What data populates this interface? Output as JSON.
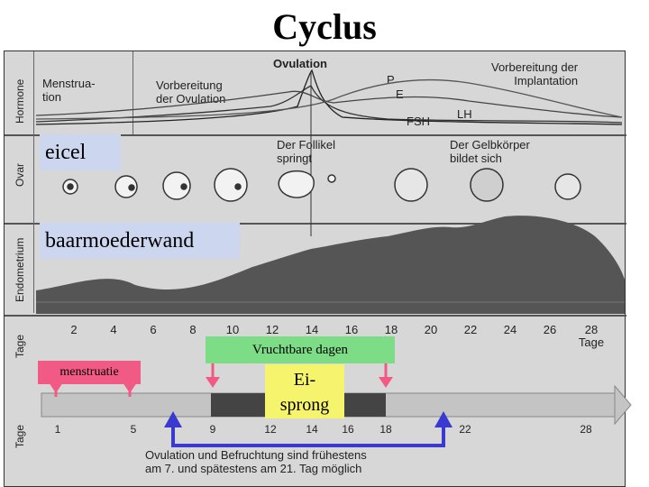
{
  "title": "Cyclus",
  "row_labels": {
    "hormone": "Hormone",
    "ovar": "Ovar",
    "endometrium": "Endometrium",
    "tage": "Tage",
    "tage2": "Tage"
  },
  "hormone": {
    "menstruation": "Menstrua-\ntion",
    "vorbereitung_ovulation": "Vorbereitung\nder Ovulation",
    "ovulation": "Ovulation",
    "vorbereitung_implantation": "Vorbereitung der\nImplantation",
    "p": "P",
    "e": "E",
    "fsh": "FSH",
    "lh": "LH"
  },
  "ovar": {
    "follikel": "Der Follikel\nspringt",
    "gelbkoerper": "Der Gelbkörper\nbildet sich"
  },
  "day_axis": {
    "ticks": [
      "2",
      "4",
      "6",
      "8",
      "10",
      "12",
      "14",
      "16",
      "18",
      "20",
      "22",
      "24",
      "26",
      "28"
    ],
    "unit": "Tage"
  },
  "bar_axis": {
    "ticks": [
      "1",
      "5",
      "9",
      "12",
      "14",
      "16",
      "18",
      "22",
      "28"
    ]
  },
  "caption": "Ovulation und Befruchtung sind frühestens\nam 7. und spätestens am 21. Tag möglich",
  "overlays": {
    "eicel": "eicel",
    "baarmoederwand": "baarmoederwand",
    "vruchtbare_dagen": "Vruchtbare dagen",
    "menstruatie": "menstruatie",
    "eisprong": "Ei-\nsprong"
  },
  "colors": {
    "overlay_blue": "#cdd6ef",
    "fertile_green": "#7ddc86",
    "menstruation_pink": "#f25a86",
    "ovulation_yellow": "#f6f36c",
    "arrow_blue": "#3a3ad0"
  }
}
